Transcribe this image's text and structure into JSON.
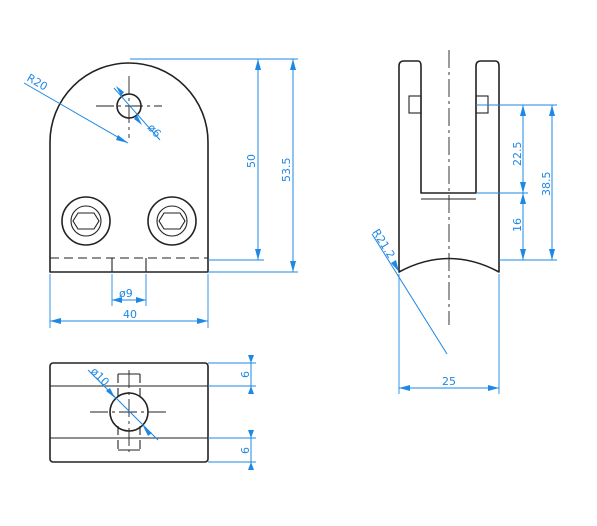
{
  "colors": {
    "outline": "#222222",
    "dimension": "#1e88e5",
    "background": "#ffffff"
  },
  "dimensions": {
    "r20": "R20",
    "d6": "ø6",
    "h50": "50",
    "h53_5": "53.5",
    "w9": "ø9",
    "w40": "40",
    "d10": "ø10",
    "t6_top": "6",
    "t6_bottom": "6",
    "h22_5": "22.5",
    "h38_5": "38.5",
    "h16": "16",
    "r21_2": "R21.2",
    "w25": "25"
  }
}
